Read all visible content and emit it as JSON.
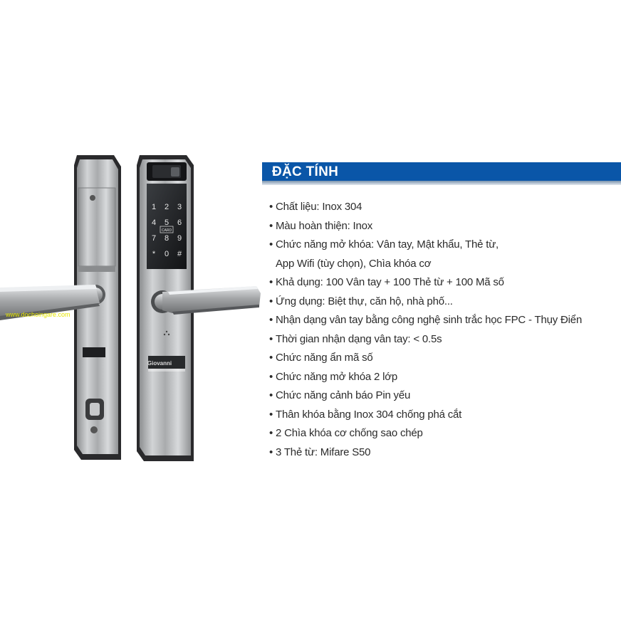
{
  "watermark": "www.dochoingare.com",
  "brand_plate": "Giovanni",
  "keypad": {
    "keys": [
      "1",
      "2",
      "3",
      "4",
      "5",
      "6",
      "7",
      "8",
      "9",
      "*",
      "0",
      "#"
    ],
    "card_label": "CARD"
  },
  "spec": {
    "title": "ĐẶC TÍNH",
    "bullet": "•",
    "items": [
      {
        "line1": "Chất liệu: Inox 304"
      },
      {
        "line1": "Màu hoàn thiện:  Inox"
      },
      {
        "line1": "Chức năng mở khóa: Vân tay, Mật khẩu, Thẻ từ,",
        "line2": "App Wifi (tùy chọn), Chìa khóa cơ"
      },
      {
        "line1": "Khả dụng: 100 Vân tay + 100 Thẻ từ + 100 Mã số"
      },
      {
        "line1": "Ứng dụng: Biệt thự, căn hộ, nhà phố..."
      },
      {
        "line1": "Nhận dạng vân tay bằng công nghệ sinh trắc học FPC - Thụy Điển"
      },
      {
        "line1": "Thời gian nhận dạng vân tay: < 0.5s"
      },
      {
        "line1": "Chức năng ẩn mã số"
      },
      {
        "line1": "Chức năng mở khóa 2 lớp"
      },
      {
        "line1": "Chức năng cảnh báo Pin yếu"
      },
      {
        "line1": "Thân khóa bằng Inox 304 chống phá cắt"
      },
      {
        "line1": "2 Chìa khóa cơ chống sao chép"
      },
      {
        "line1": "3 Thẻ từ: Mifare S50"
      }
    ]
  },
  "colors": {
    "header_blue": "#0a56a8",
    "text": "#2b2b2b",
    "watermark": "#e6e600"
  }
}
